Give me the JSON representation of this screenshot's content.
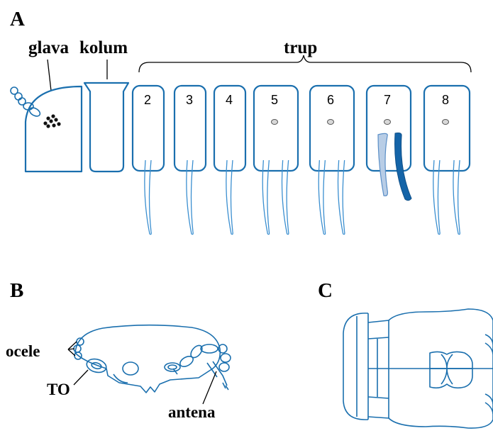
{
  "panels": {
    "a": "A",
    "b": "B",
    "c": "C"
  },
  "labels": {
    "glava": "glava",
    "kolum": "kolum",
    "trup": "trup",
    "ocele": "ocele",
    "to": "TO",
    "antena": "antena"
  },
  "segments": [
    "2",
    "3",
    "4",
    "5",
    "6",
    "7",
    "8"
  ],
  "colors": {
    "outline": "#1a6fae",
    "leg": "#3b8fd0",
    "furca_light": "#b8cde6",
    "furca_dark": "#1464a8"
  }
}
